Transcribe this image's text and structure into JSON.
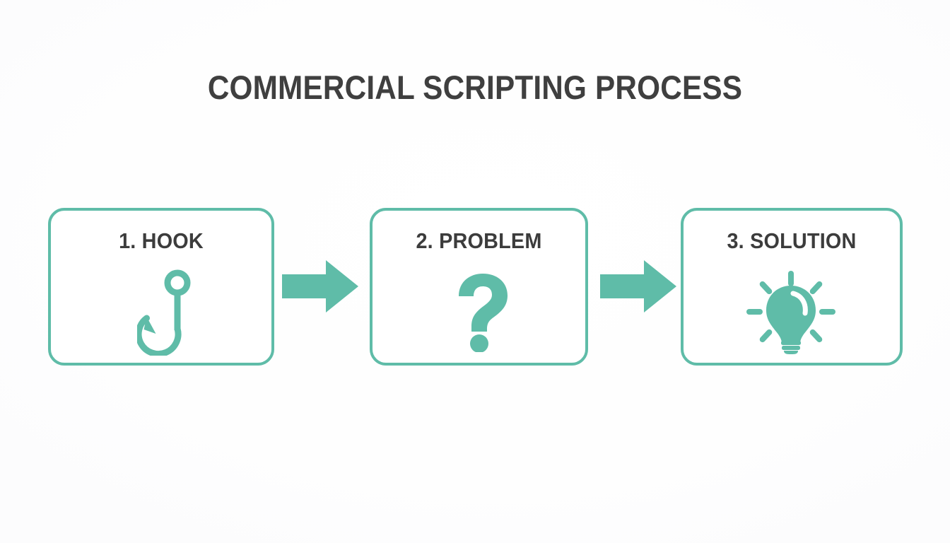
{
  "page": {
    "title": "COMMERCIAL SCRIPTING PROCESS",
    "background_color": "#ffffff",
    "accent_color": "#5fbca8",
    "text_color": "#3f3f3f"
  },
  "diagram": {
    "type": "process-flow",
    "orientation": "horizontal",
    "step_count": 3,
    "steps": [
      {
        "number": "1",
        "label": "1. HOOK",
        "name": "HOOK",
        "icon": "fish-hook-icon",
        "icon_color": "#5fbca8",
        "border_color": "#5fbca8"
      },
      {
        "number": "2",
        "label": "2. PROBLEM",
        "name": "PROBLEM",
        "icon": "question-mark-icon",
        "icon_color": "#5fbca8",
        "border_color": "#5fbca8"
      },
      {
        "number": "3",
        "label": "3. SOLUTION",
        "name": "SOLUTION",
        "icon": "lightbulb-icon",
        "icon_color": "#5fbca8",
        "border_color": "#5fbca8"
      }
    ],
    "connectors": [
      {
        "icon": "arrow-right-icon",
        "from": "1. HOOK",
        "to": "2. PROBLEM",
        "color": "#5fbca8"
      },
      {
        "icon": "arrow-right-icon",
        "from": "2. PROBLEM",
        "to": "3. SOLUTION",
        "color": "#5fbca8"
      }
    ]
  }
}
